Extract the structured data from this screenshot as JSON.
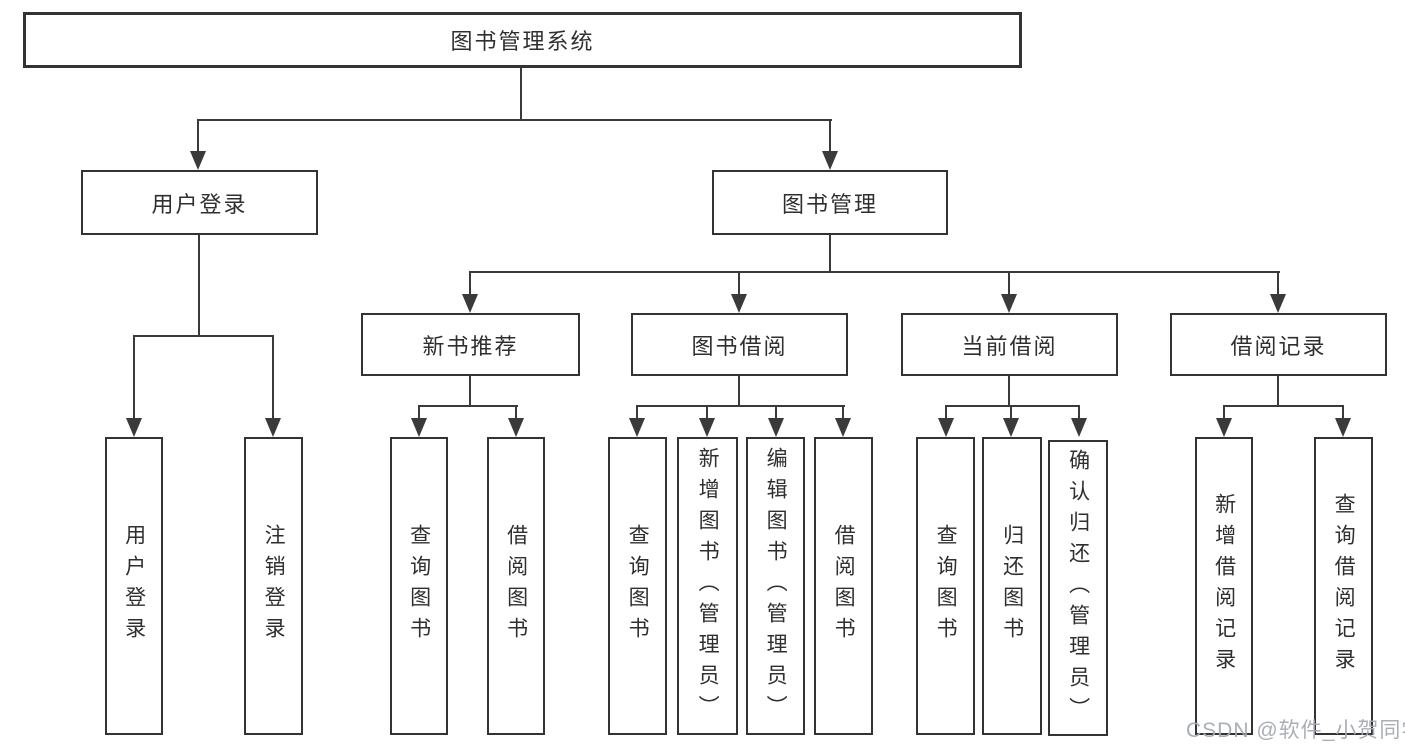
{
  "diagram_type": "hierarchy-tree",
  "tree": {
    "label": "图书管理系统",
    "children": [
      {
        "label": "用户登录",
        "children": [
          {
            "label": "用户登录"
          },
          {
            "label": "注销登录"
          }
        ]
      },
      {
        "label": "图书管理",
        "children": [
          {
            "label": "新书推荐",
            "children": [
              {
                "label": "查询图书"
              },
              {
                "label": "借阅图书"
              }
            ]
          },
          {
            "label": "图书借阅",
            "children": [
              {
                "label": "查询图书"
              },
              {
                "label": "新增图书（管理员）"
              },
              {
                "label": "编辑图书（管理员）"
              },
              {
                "label": "借阅图书"
              }
            ]
          },
          {
            "label": "当前借阅",
            "children": [
              {
                "label": "查询图书"
              },
              {
                "label": "归还图书"
              },
              {
                "label": "确认归还（管理员）"
              }
            ]
          },
          {
            "label": "借阅记录",
            "children": [
              {
                "label": "新增借阅记录"
              },
              {
                "label": "查询借阅记录"
              }
            ]
          }
        ]
      }
    ]
  },
  "watermark": {
    "text": "CSDN @软件_小贺同学"
  },
  "colors": {
    "background": "#ffffff",
    "box_border": "#333333",
    "line": "#3a3a3a",
    "text": "#2f2f2f",
    "watermark": "#a5aab1"
  }
}
